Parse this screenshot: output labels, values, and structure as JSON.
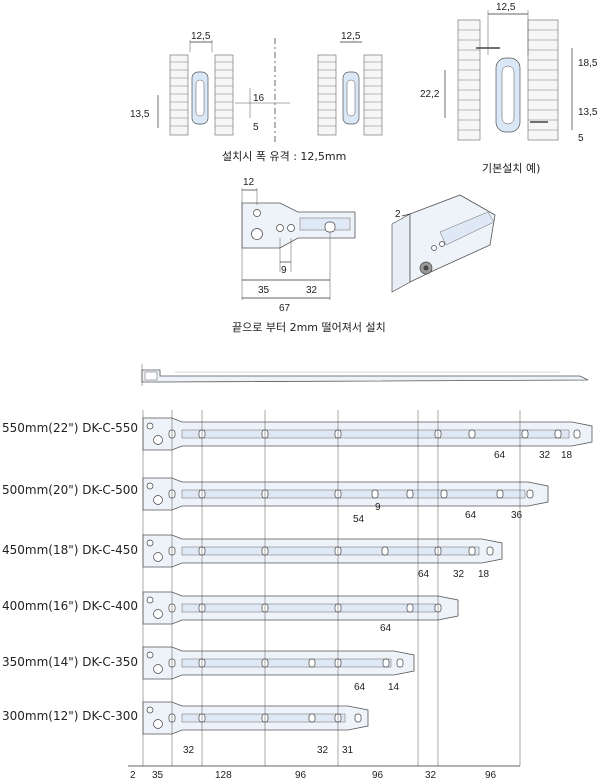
{
  "top": {
    "left_detail": {
      "dims": [
        "12,5",
        "12,5",
        "16",
        "13,5",
        "5"
      ],
      "caption": "설치시 폭 유격 : 12,5mm"
    },
    "right_detail": {
      "dims": [
        "12,5",
        "18,5",
        "22,2",
        "13,5",
        "5"
      ],
      "caption": "기본설치 예)"
    },
    "bracket": {
      "dims": [
        "12",
        "9",
        "35",
        "32",
        "67",
        "2"
      ],
      "caption": "끝으로 부터 2mm 떨어져서 설치"
    }
  },
  "models": [
    {
      "label": "550mm(22\") DK-C-550",
      "dims": [
        "64",
        "32",
        "18"
      ]
    },
    {
      "label": "500mm(20\") DK-C-500",
      "dims": [
        "9",
        "54",
        "64",
        "36"
      ]
    },
    {
      "label": "450mm(18\") DK-C-450",
      "dims": [
        "64",
        "32",
        "18"
      ]
    },
    {
      "label": "400mm(16\") DK-C-400",
      "dims": [
        "64"
      ]
    },
    {
      "label": "350mm(14\") DK-C-350",
      "dims": [
        "64",
        "14"
      ]
    },
    {
      "label": "300mm(12\") DK-C-300",
      "dims": [
        "32",
        "32",
        "31"
      ]
    }
  ],
  "baseline": [
    "2",
    "35",
    "128",
    "96",
    "96",
    "32",
    "96"
  ]
}
